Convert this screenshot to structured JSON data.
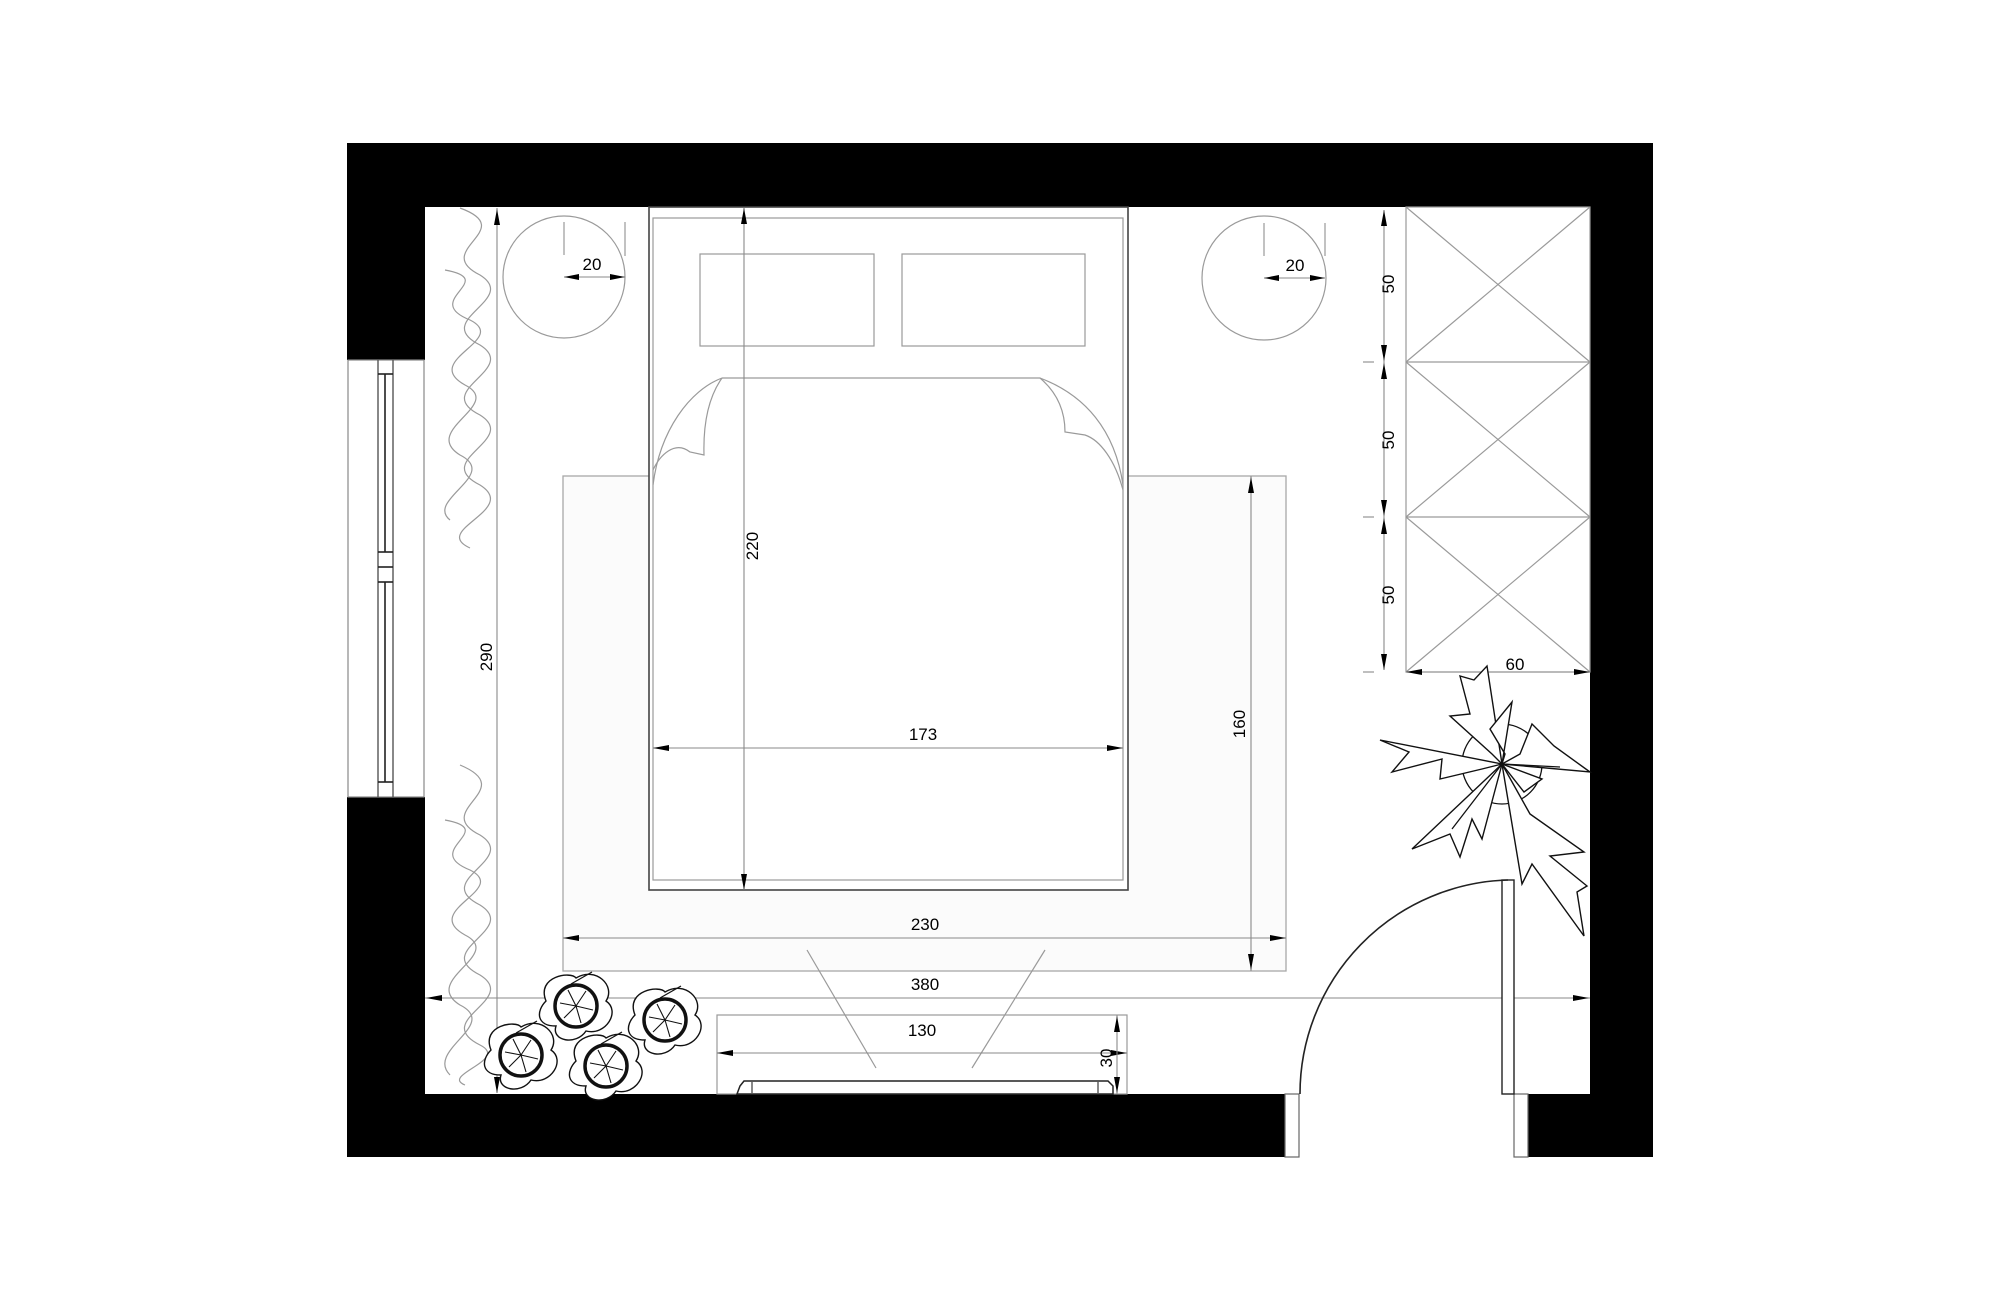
{
  "drawing": {
    "type": "floor-plan",
    "room": "bedroom",
    "colors": {
      "wall": "#000000",
      "line": "#9a9a9a",
      "text": "#000000",
      "background": "#ffffff"
    }
  },
  "dimensions": {
    "nightstand_left": "20",
    "nightstand_right": "20",
    "bed_length": "220",
    "bed_width": "173",
    "rug_length": "230",
    "rug_width": "160",
    "room_width": "380",
    "room_height": "290",
    "tv_unit_width": "130",
    "tv_unit_depth": "30",
    "wardrobe_module_1": "50",
    "wardrobe_module_2": "50",
    "wardrobe_module_3": "50",
    "wardrobe_depth": "60"
  },
  "elements": {
    "walls": "walls",
    "window": "window",
    "curtains": [
      "curtain-top",
      "curtain-bottom"
    ],
    "bed": "double-bed",
    "pillows": 2,
    "nightstands": 2,
    "rug": "rug",
    "wardrobe_modules": 3,
    "tv_unit": "tv-unit",
    "door": "swing-door",
    "plants_large": 1,
    "plants_small": 4
  }
}
